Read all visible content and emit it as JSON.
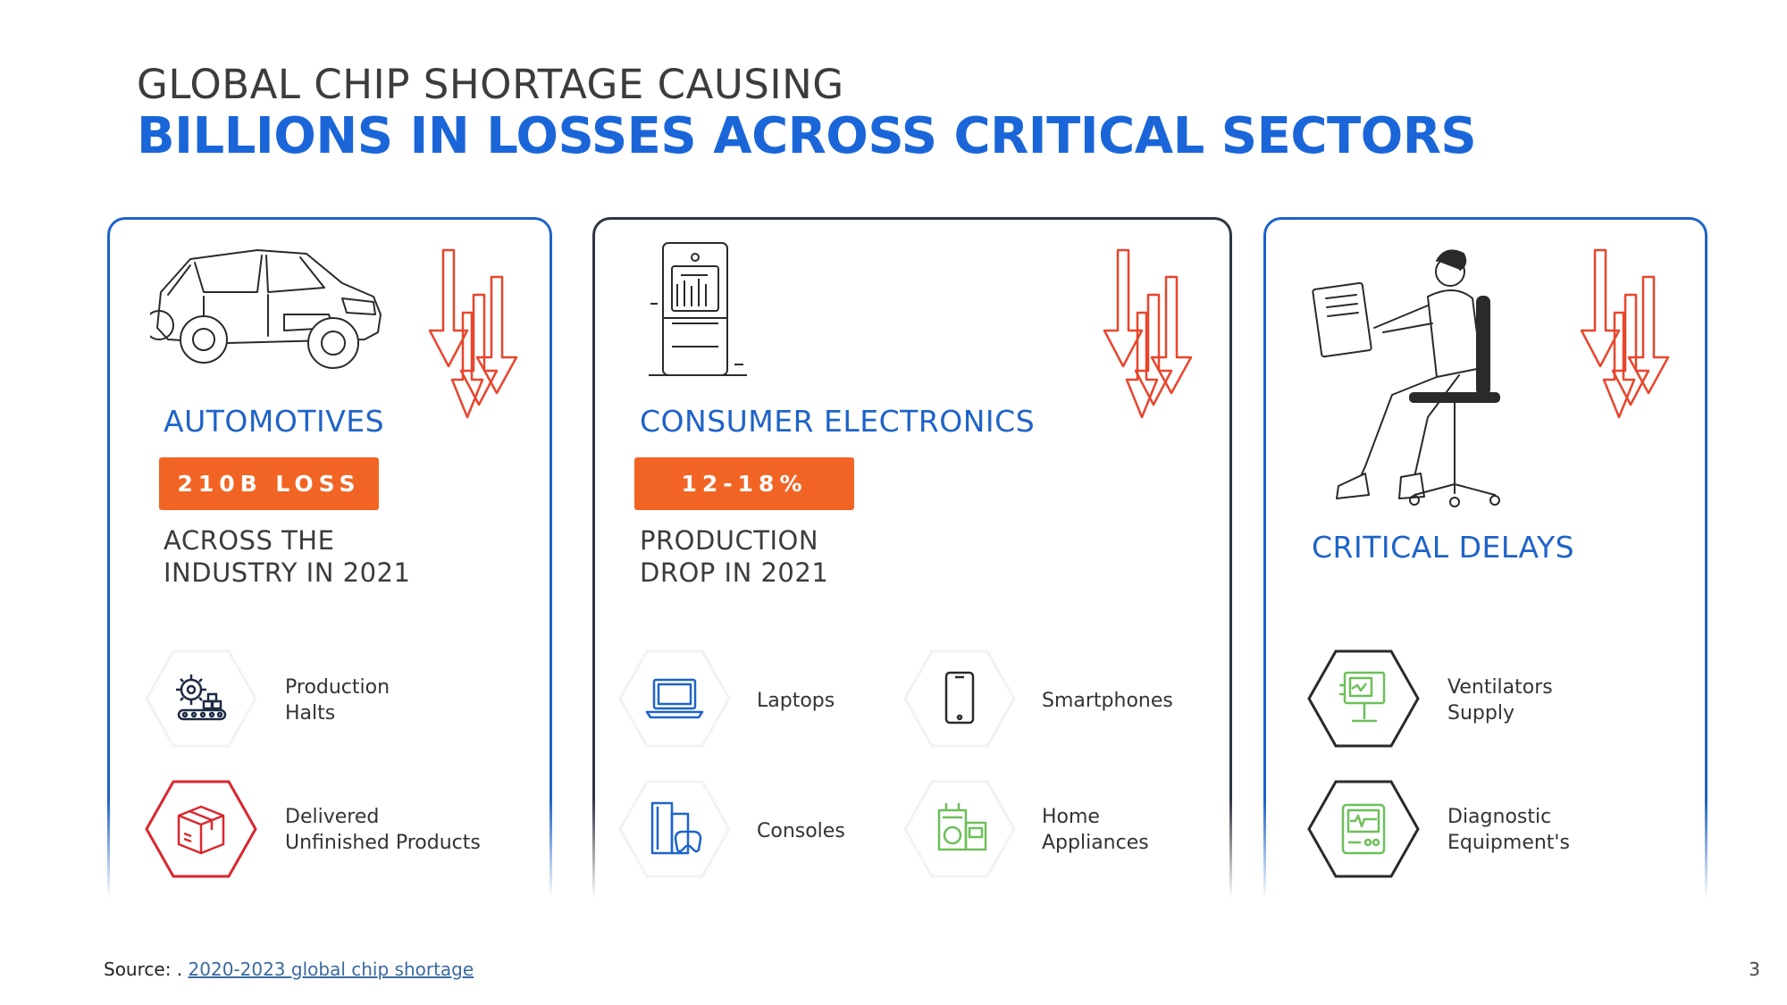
{
  "heading": {
    "line1": "GLOBAL CHIP SHORTAGE CAUSING",
    "line2": "BILLIONS IN LOSSES ACROSS CRITICAL SECTORS"
  },
  "cards": [
    {
      "sector": "AUTOMOTIVES",
      "badge": "210B LOSS",
      "desc_line1": "ACROSS THE",
      "desc_line2": "INDUSTRY IN 2021",
      "items": [
        {
          "line1": "Production",
          "line2": "Halts",
          "icon": "gear-conveyor-icon"
        },
        {
          "line1": "Delivered",
          "line2": "Unfinished Products",
          "icon": "box-icon"
        }
      ]
    },
    {
      "sector": "CONSUMER ELECTRONICS",
      "badge": "12-18%",
      "desc_line1": "PRODUCTION",
      "desc_line2": "DROP IN 2021",
      "items": [
        {
          "line1": "Laptops",
          "icon": "laptop-icon"
        },
        {
          "line1": "Smartphones",
          "icon": "smartphone-icon"
        },
        {
          "line1": "Consoles",
          "icon": "console-icon"
        },
        {
          "line1": "Home",
          "line2": "Appliances",
          "icon": "home-appliance-icon"
        }
      ]
    },
    {
      "sector": "CRITICAL DELAYS",
      "items": [
        {
          "line1": "Ventilators",
          "line2": "Supply",
          "icon": "ventilator-icon"
        },
        {
          "line1": "Diagnostic",
          "line2": "Equipment's",
          "icon": "diagnostic-monitor-icon"
        }
      ]
    }
  ],
  "source": {
    "label": "Source: .",
    "link_text": "2020-2023 global chip shortage"
  },
  "page_number": "3",
  "colors": {
    "accent_blue": "#1e63c8",
    "badge_orange": "#f26424",
    "arrow_red": "#e8452c",
    "icon_green": "#6dbf5a",
    "alert_red": "#d9272e"
  }
}
